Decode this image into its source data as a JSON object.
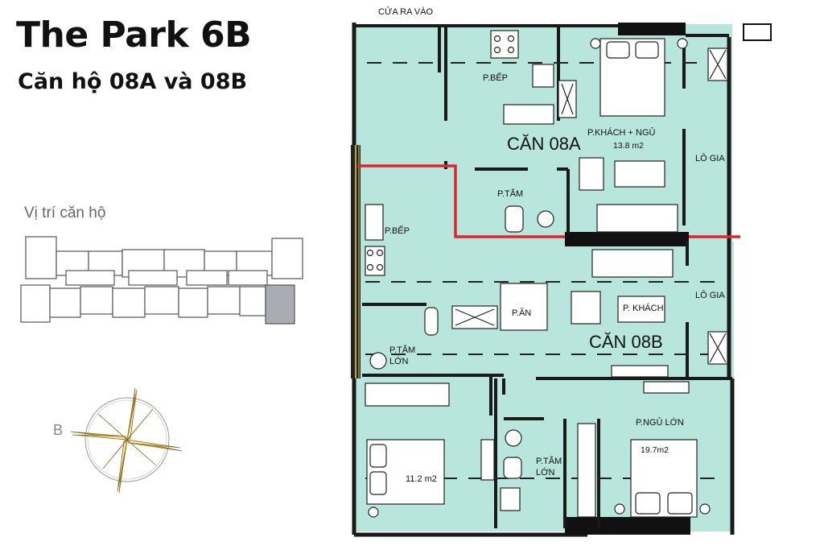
{
  "header": {
    "title": "The Park 6B",
    "subtitle": "Căn hộ 08A và 08B"
  },
  "location": {
    "label": "Vị trí căn hộ"
  },
  "compass": {
    "north_letter": "B"
  },
  "plan": {
    "entrance": "CỬA RA VÀO",
    "unit_a": "CĂN 08A",
    "unit_b": "CĂN 08B",
    "rooms": {
      "kitchen_a": "P.BẾP",
      "living_a": "P.KHÁCH + NGỦ",
      "living_a_area": "13.8 m2",
      "loggia_a": "LÔ GIA",
      "bath_a": "P.TẮM",
      "kitchen_b": "P.BẾP",
      "loggia_b": "LÔ GIA",
      "dining_b": "P.ĂN",
      "living_b": "P. KHÁCH",
      "bath_b1": "P.TẮM LỚN",
      "bedroom_b1_area": "11.2 m2",
      "bath_b2": "P.TẮM LỚN",
      "master_b": "P.NGỦ LỚN",
      "master_b_area": "19.7m2"
    }
  },
  "colors": {
    "floor": "#b8e6dc",
    "wall": "#1a1a1a",
    "boundary": "#e0262b",
    "highlight": "#a9adb3"
  }
}
